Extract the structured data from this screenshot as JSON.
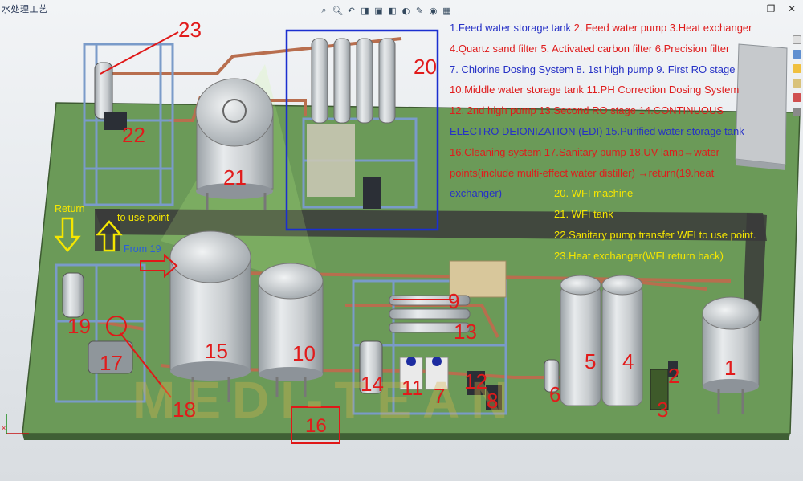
{
  "app": {
    "title": "水处理工艺"
  },
  "toolbar": {
    "icons": [
      "zoom-to-fit-icon",
      "zoom-area-icon",
      "previous-view-icon",
      "section-view-icon",
      "view-orientation-icon",
      "display-style-icon",
      "hide-show-icon",
      "edit-appearance-icon",
      "scene-icon",
      "view-settings-icon"
    ]
  },
  "window": {
    "buttons": [
      "_",
      "❐",
      "✕"
    ]
  },
  "legend": {
    "line1": "1.Feed water storage tank",
    "line1b": " 2. Feed water pump 3.Heat exchanger",
    "line2": "4.Quartz sand filter 5. Activated carbon filter",
    "line2b": " 6.Precision filter",
    "line3": "7. Chlorine Dosing System 8. 1st high pump 9. First RO stage",
    "line4": "10.Middle water storage tank 11.PH Correction Dosing System",
    "line5": "12. 2nd high pump 13.Second RO stage 14.CONTINUOUS",
    "line6": "ELECTRO DEIONIZATION (EDI) 15.Purified water storage tank",
    "line7": "16.Cleaning system 17.Sanitary pump 18.UV lamp→water",
    "line8": "points(include multi-effect water distiller) →return(19.heat",
    "line9": "exchanger)",
    "line10": "20. WFI machine",
    "line11": "21. WFI tank",
    "line12": "22.Sanitary pump transfer WFI to use point.",
    "line13": "23.Heat exchanger(WFI return back)"
  },
  "labels": {
    "n1": "1",
    "n2": "2",
    "n3": "3",
    "n4": "4",
    "n5": "5",
    "n6": "6",
    "n7": "7",
    "n8": "8",
    "n9": "9",
    "n10": "10",
    "n11": "11",
    "n12": "12",
    "n13": "13",
    "n14": "14",
    "n15": "15",
    "n16": "16",
    "n17": "17",
    "n18": "18",
    "n19": "19",
    "n20": "20",
    "n21": "21",
    "n22": "22",
    "n23": "23"
  },
  "annotations": {
    "return": "Return",
    "to_use_point": "to use point",
    "from19": "From 19"
  },
  "watermark": "MEDI-TEAN",
  "triad": "×",
  "colors": {
    "floor": "#6b9a58",
    "frame": "#7a9bc9",
    "pipe": "#b86e4e",
    "tank": "#cfd3d6",
    "label_red": "#e11b1b",
    "legend_blue": "#2631c6",
    "legend_yellow": "#f5e600"
  }
}
